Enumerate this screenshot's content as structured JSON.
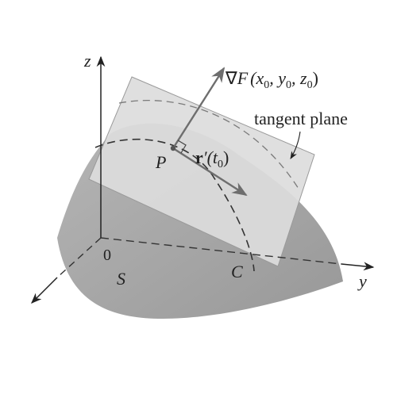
{
  "figure": {
    "labels": {
      "z_axis": "z",
      "y_axis": "y",
      "origin": "0",
      "gradient_symbol": "∇",
      "gradient_F": "F",
      "gradient_args_open": "(x",
      "gradient_sub0_a": "0",
      "gradient_y": ", y",
      "gradient_sub0_b": "0",
      "gradient_z": ", z",
      "gradient_sub0_c": "0",
      "gradient_close": ")",
      "tangent_plane": "tangent plane",
      "point": "P",
      "r_bold": "r",
      "r_prime": "′(t",
      "r_sub0": "0",
      "r_close": ")",
      "curve": "C",
      "surface": "S"
    },
    "colors": {
      "surface_fill": "#a8a8a8",
      "surface_shadow": "#8f8f8f",
      "plane_fill": "#dcdcdc",
      "plane_edge": "#9a9a9a",
      "vector": "#6e6e6e",
      "axis": "#222222",
      "dashed": "#333333"
    }
  }
}
